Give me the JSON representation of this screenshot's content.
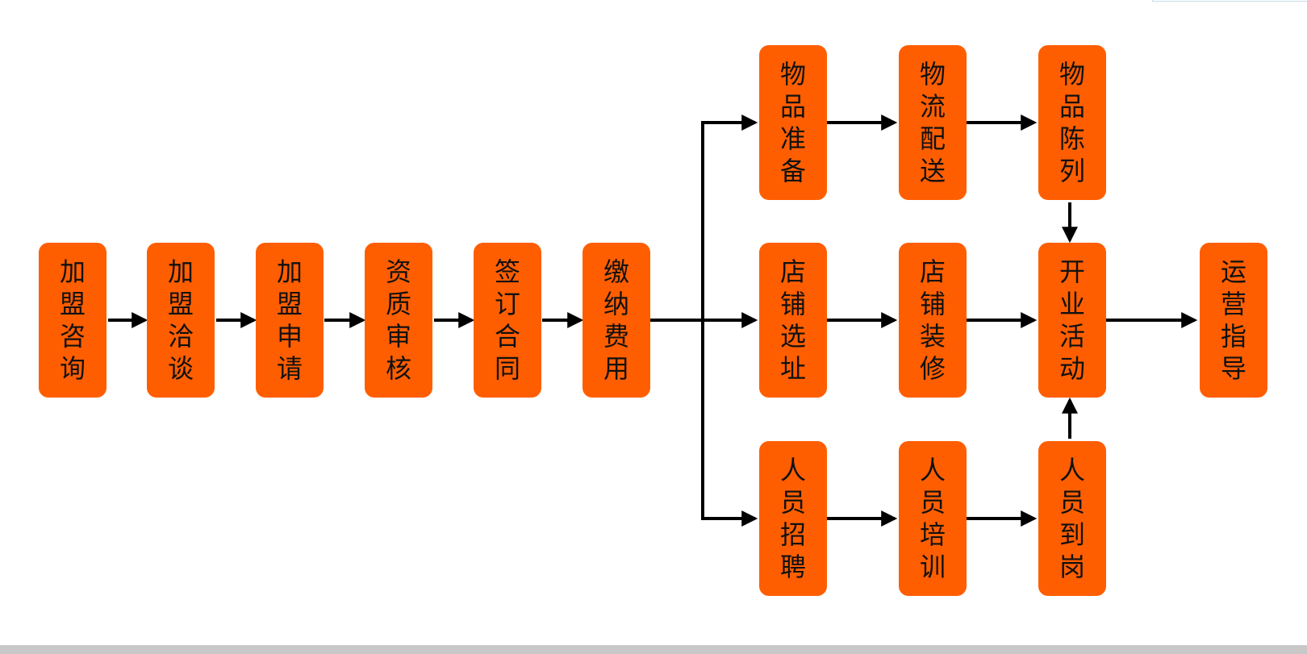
{
  "colors": {
    "node_fill": "#ff5e00",
    "node_text": "#111111",
    "connector": "#000000"
  },
  "nodes": {
    "consult": "加盟咨询",
    "negotiate": "加盟洽谈",
    "apply": "加盟申请",
    "review": "资质审核",
    "contract": "签订合同",
    "fee": "缴纳费用",
    "goods_prep": "物品准备",
    "logistics": "物流配送",
    "display": "物品陈列",
    "site": "店铺选址",
    "decor": "店铺装修",
    "opening": "开业活动",
    "operation": "运营指导",
    "recruit": "人员招聘",
    "training": "人员培训",
    "onboard": "人员到岗"
  }
}
